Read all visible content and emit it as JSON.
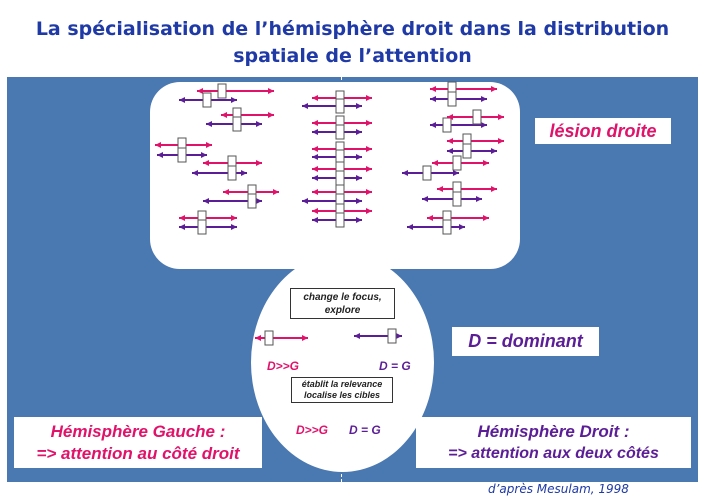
{
  "title": {
    "line1": "La spécialisation de l’hémisphère droit dans la distribution",
    "line2": "spatiale de l’attention"
  },
  "labels": {
    "lesion": "lésion droite",
    "dominant": "D = dominant",
    "focus_line1": "change le focus,",
    "focus_line2": "explore",
    "relevance_line1": "établit la relevance",
    "relevance_line2": "localise les cibles",
    "dg_left_top": "D>>G",
    "dg_right_top": "D = G",
    "dg_left_bottom": "D>>G",
    "dg_right_bottom": "D = G",
    "hemisphere_gauche_line1": "Hémisphère Gauche :",
    "hemisphere_gauche_line2": "=> attention au côté droit",
    "hemisphere_droit_line1": "Hémisphère Droit :",
    "hemisphere_droit_line2": "=> attention aux deux côtés"
  },
  "caption": "d’après Mesulam, 1998",
  "colors": {
    "background_panel": "#4a78b0",
    "pink": "#e0126a",
    "purple": "#5b1e96",
    "title_blue": "#1f3aa6"
  }
}
